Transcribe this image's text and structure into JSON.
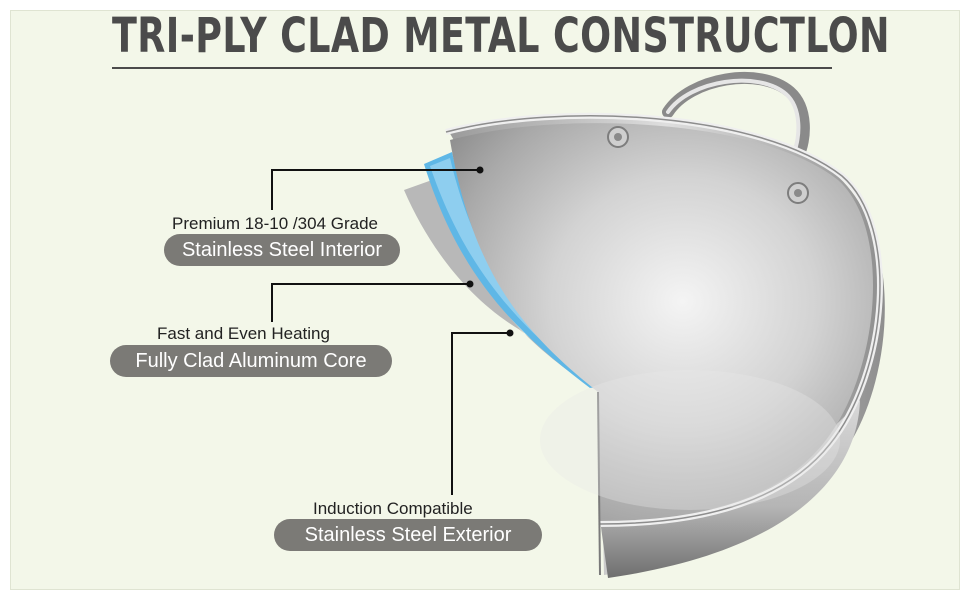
{
  "title": "TRI-PLY CLAD METAL CONSTRUCTLON",
  "layers": [
    {
      "caption": "Premium 18-10 /304 Grade",
      "label": "Stainless Steel Interior"
    },
    {
      "caption": "Fast and Even Heating",
      "label": "Fully Clad Aluminum Core"
    },
    {
      "caption": "Induction Compatible",
      "label": "Stainless Steel Exterior"
    }
  ],
  "colors": {
    "background": "#f3f7e9",
    "title": "#4b4b4b",
    "label_pill": "#7b7a76",
    "aluminum_core": "#5fb7e6"
  },
  "icons": [
    "pan-image",
    "pan-handle",
    "rivet-icon"
  ]
}
